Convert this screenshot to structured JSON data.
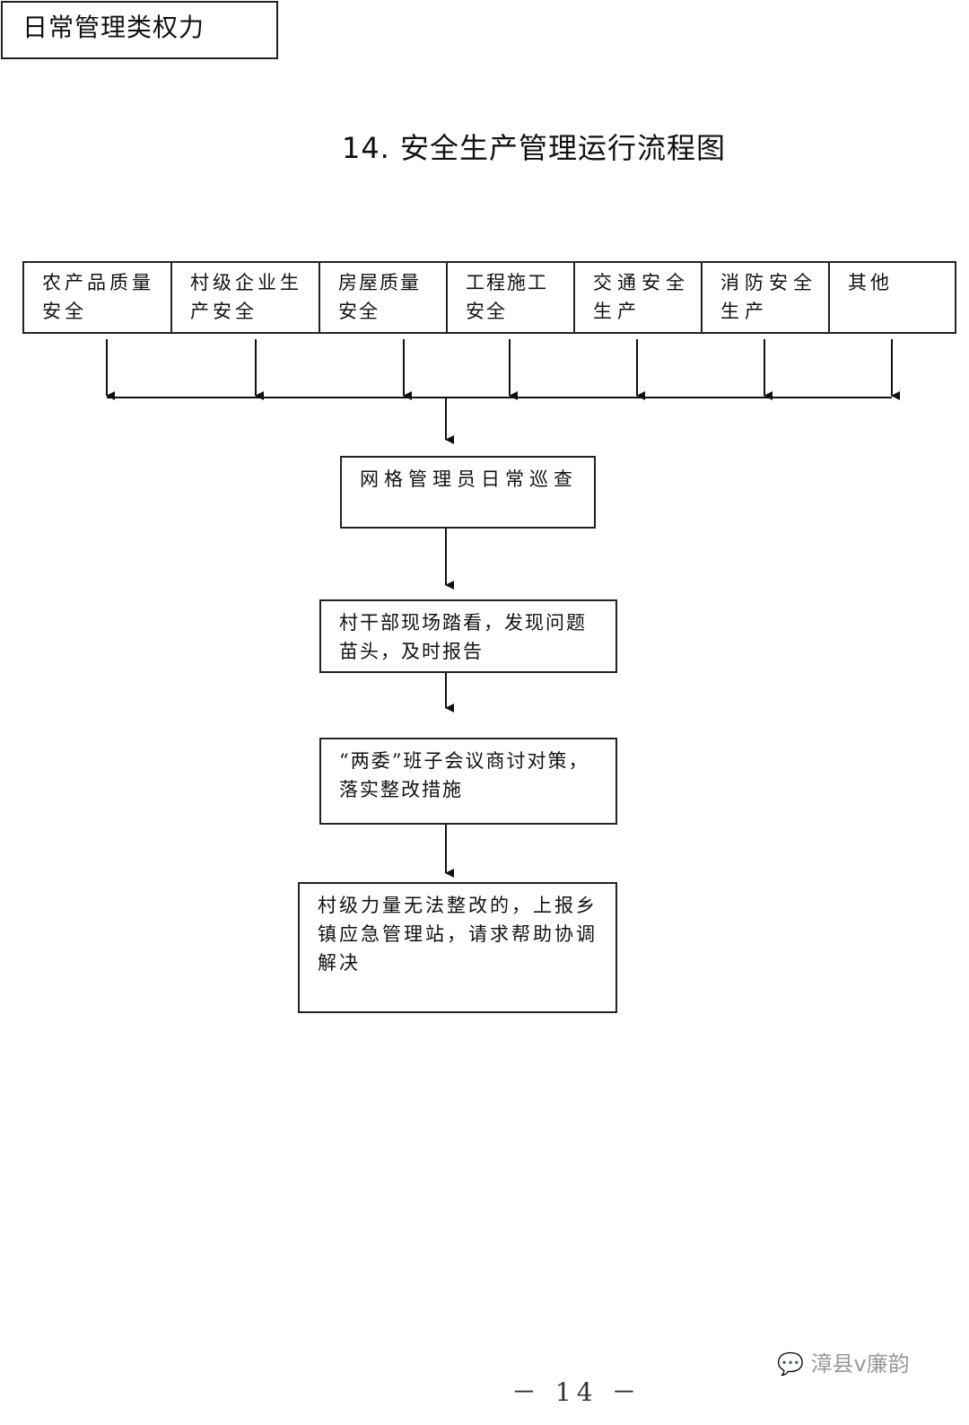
{
  "header": {
    "label": "日常管理类权力"
  },
  "title": "14. 安全生产管理运行流程图",
  "categories": [
    {
      "label": "农产品质量安全"
    },
    {
      "label": "村级企业生产安全"
    },
    {
      "label": "房屋质量安全"
    },
    {
      "label": "工程施工安全"
    },
    {
      "label": "交通安全生产"
    },
    {
      "label": "消防安全生产"
    },
    {
      "label": "其他"
    }
  ],
  "steps": [
    {
      "label": "网格管理员日常巡查"
    },
    {
      "label": "村干部现场踏看，发现问题苗头，及时报告"
    },
    {
      "label": "“两委”班子会议商讨对策，落实整改措施"
    },
    {
      "label": "村级力量无法整改的，上报乡镇应急管理站，请求帮助协调解决"
    }
  ],
  "page_number": "－ 14 －",
  "watermark": {
    "icon": "wechat-icon",
    "text": "漳县v廉韵"
  }
}
